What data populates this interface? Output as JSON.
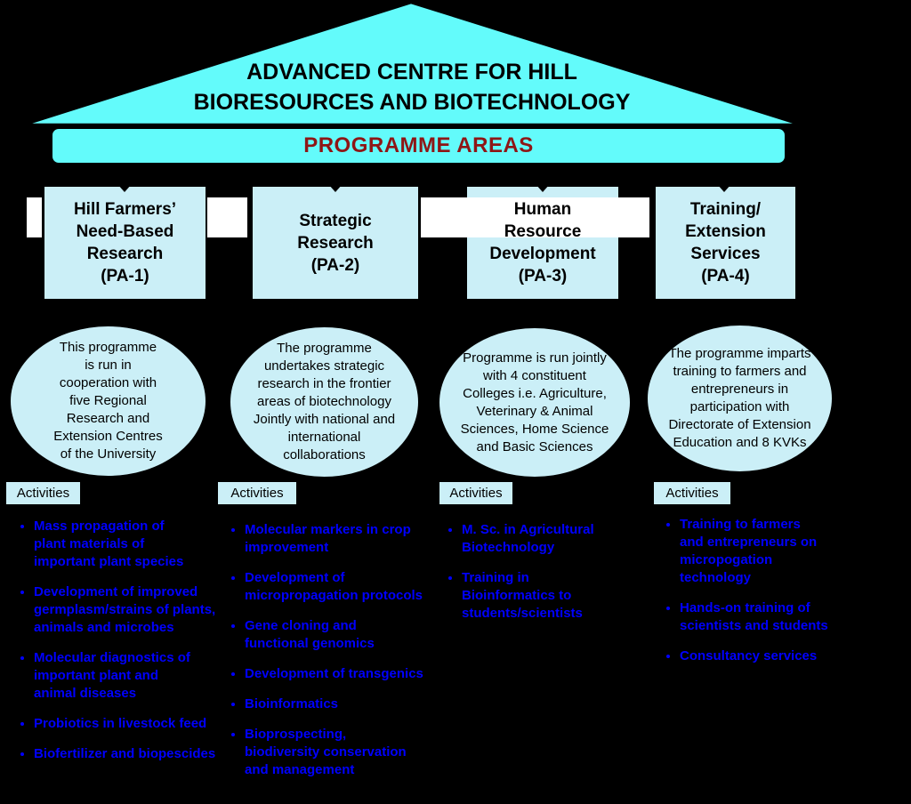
{
  "header": {
    "title": "ADVANCED CENTRE FOR HILL\nBIORESOURCES AND BIOTECHNOLOGY",
    "banner": "PROGRAMME AREAS"
  },
  "colors": {
    "background": "#000000",
    "bright_cyan": "#63FBFB",
    "pale_cyan": "#CBEFF7",
    "banner_text_red": "#8E1616",
    "activity_blue": "#0000FF",
    "border_black": "#000000",
    "connector_white": "#FFFFFF"
  },
  "programme_areas": [
    {
      "box_label": "Hill Farmers’\nNeed-Based\nResearch\n(PA-1)",
      "description": "This programme\nis run in\ncooperation with\nfive Regional\nResearch and\nExtension Centres\nof the University",
      "activities_label": "Activities",
      "activities": [
        "Mass propagation of\nplant materials of\nimportant plant species",
        "Development of improved\ngermplasm/strains of plants,\nanimals and microbes",
        "Molecular diagnostics of\nimportant plant and\nanimal diseases",
        "Probiotics in livestock feed",
        "Biofertilizer and biopescides"
      ]
    },
    {
      "box_label": "Strategic\nResearch\n(PA-2)",
      "description": "The programme\nundertakes strategic\nresearch in the frontier\nareas of biotechnology\nJointly with national and\ninternational\ncollaborations",
      "activities_label": "Activities",
      "activities": [
        "Molecular markers in crop\nimprovement",
        "Development of\nmicropropagation protocols",
        "Gene cloning and\nfunctional genomics",
        "Development of transgenics",
        "Bioinformatics",
        "Bioprospecting,\nbiodiversity conservation\nand management"
      ]
    },
    {
      "box_label": "Human\nResource\nDevelopment\n(PA-3)",
      "description": "Programme is run jointly\nwith 4 constituent\nColleges i.e. Agriculture,\nVeterinary & Animal\nSciences, Home Science\nand Basic Sciences",
      "activities_label": "Activities",
      "activities": [
        "M. Sc. in Agricultural\nBiotechnology",
        "Training in\nBioinformatics to\nstudents/scientists"
      ]
    },
    {
      "box_label": "Training/\nExtension\nServices\n(PA-4)",
      "description": "The programme imparts\ntraining to farmers and\nentrepreneurs in\nparticipation with\nDirectorate of Extension\nEducation and 8 KVKs",
      "activities_label": "Activities",
      "activities": [
        "Training to farmers\nand entrepreneurs on\nmicropogation\ntechnology",
        "Hands-on training of\nscientists and students",
        "Consultancy services"
      ]
    }
  ]
}
